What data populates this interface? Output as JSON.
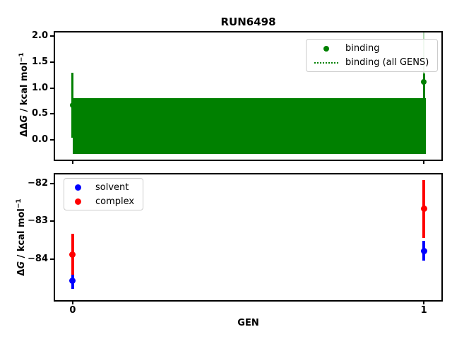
{
  "figure": {
    "title": "RUN6498"
  },
  "axes": {
    "top": {
      "ylabel": {
        "prefix": "ΔΔ",
        "sym": "G",
        "rest": " / kcal mol",
        "sup": "−1"
      },
      "legend": {
        "items": [
          {
            "label": "binding"
          },
          {
            "label": "binding (all GENS)"
          }
        ]
      }
    },
    "bottom": {
      "ylabel": {
        "prefix": "Δ",
        "sym": "G",
        "rest": " / kcal mol",
        "sup": "−1"
      },
      "xlabel": "GEN",
      "legend": {
        "items": [
          {
            "label": "solvent"
          },
          {
            "label": "complex"
          }
        ]
      }
    }
  },
  "colors": {
    "binding": "#008000",
    "binding_faint": "rgba(0,128,0,0.3)",
    "solvent": "#0000ff",
    "complex": "#ff0000",
    "legend_border": "#cccccc",
    "axis": "#000000"
  },
  "chart_data": [
    {
      "type": "scatter",
      "subplot": "top",
      "title": "RUN6498",
      "xlabel": "",
      "ylabel": "ΔΔG / kcal mol−1",
      "x": [
        0,
        1
      ],
      "xlim": [
        -0.05,
        1.05
      ],
      "ylim": [
        -0.38,
        2.07
      ],
      "grid": false,
      "legend_position": "upper right",
      "yticks": [
        {
          "v": 2.0,
          "label": "2.0"
        },
        {
          "v": 1.5,
          "label": "1.5"
        },
        {
          "v": 1.0,
          "label": "1.0"
        },
        {
          "v": 0.5,
          "label": "0.5"
        },
        {
          "v": 0.0,
          "label": "0.0"
        }
      ],
      "xticks": [
        {
          "v": 0,
          "label": ""
        },
        {
          "v": 1,
          "label": ""
        }
      ],
      "series": [
        {
          "name": "binding",
          "color": "#008000",
          "marker": "dot",
          "y": [
            0.67,
            1.12
          ],
          "yerr_low": [
            0.04,
            -0.26
          ],
          "yerr_high": [
            1.29,
            1.28
          ]
        }
      ],
      "band": {
        "name": "binding (all GENS)",
        "color": "#008000",
        "x_range": [
          0,
          1
        ],
        "y_low": -0.27,
        "y_high": 0.81
      },
      "faint_line": {
        "x": 1,
        "y_from": 1.12,
        "y_to": 2.07,
        "color": "rgba(0,128,0,0.3)"
      }
    },
    {
      "type": "scatter",
      "subplot": "bottom",
      "xlabel": "GEN",
      "ylabel": "ΔG / kcal mol−1",
      "x": [
        0,
        1
      ],
      "xlim": [
        -0.05,
        1.05
      ],
      "ylim": [
        -85.08,
        -81.76
      ],
      "grid": false,
      "legend_position": "upper left",
      "yticks": [
        {
          "v": -82,
          "label": "−82"
        },
        {
          "v": -83,
          "label": "−83"
        },
        {
          "v": -84,
          "label": "−84"
        }
      ],
      "xticks": [
        {
          "v": 0,
          "label": "0"
        },
        {
          "v": 1,
          "label": "1"
        }
      ],
      "series": [
        {
          "name": "solvent",
          "color": "#0000ff",
          "marker": "dot",
          "y": [
            -84.57,
            -83.79
          ],
          "yerr_low": [
            -84.79,
            -84.04
          ],
          "yerr_high": [
            -84.35,
            -83.52
          ]
        },
        {
          "name": "complex",
          "color": "#ff0000",
          "marker": "dot",
          "y": [
            -83.87,
            -82.66
          ],
          "yerr_low": [
            -84.41,
            -83.43
          ],
          "yerr_high": [
            -83.33,
            -81.9
          ]
        }
      ]
    }
  ]
}
